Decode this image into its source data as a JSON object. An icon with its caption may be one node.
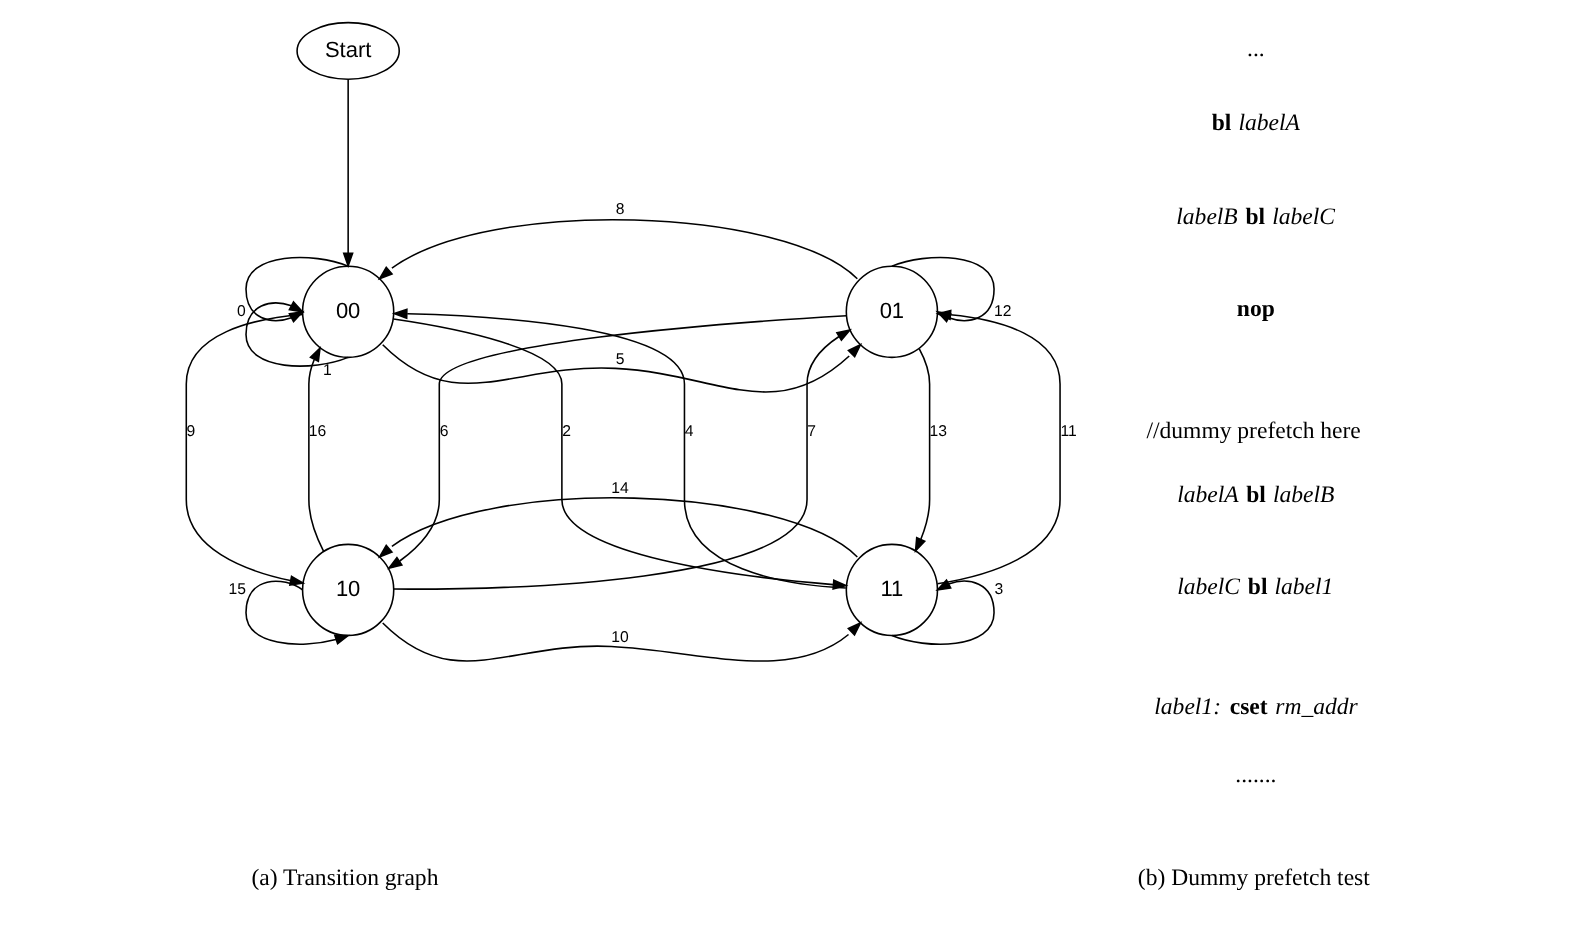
{
  "diagram": {
    "nodes": [
      {
        "text": [
          "Start"
        ]
      },
      {
        "text": [
          "00"
        ]
      },
      {
        "text": [
          "01"
        ]
      },
      {
        "text": [
          "10"
        ]
      },
      {
        "text": [
          "11"
        ]
      }
    ],
    "edges": [
      {
        "from": 0,
        "to": 1,
        "arrow": "to"
      },
      {
        "from": 1,
        "to": 1,
        "arrow": "to",
        "label": "0"
      },
      {
        "from": 1,
        "to": 1,
        "arrow": "to",
        "label": "1"
      },
      {
        "from": 2,
        "to": 1,
        "arrow": "to",
        "label": "8"
      },
      {
        "from": 1,
        "to": 2,
        "arrow": "to",
        "label": "5"
      },
      {
        "from": 2,
        "to": 2,
        "arrow": "to",
        "label": "12"
      },
      {
        "from": 1,
        "to": 4,
        "arrow": "to",
        "label": "2"
      },
      {
        "from": 3,
        "to": 2,
        "arrow": "to",
        "label": "7"
      },
      {
        "from": 4,
        "to": 1,
        "arrow": "to",
        "label": "4"
      },
      {
        "from": 2,
        "to": 3,
        "arrow": "to",
        "label": "6"
      },
      {
        "from": 1,
        "to": 3,
        "arrow": "to",
        "label": "9"
      },
      {
        "from": 3,
        "to": 1,
        "arrow": "to",
        "label": "16"
      },
      {
        "from": 2,
        "to": 4,
        "arrow": "to",
        "label": "13"
      },
      {
        "from": 4,
        "to": 2,
        "arrow": "to",
        "label": "11"
      },
      {
        "from": 4,
        "to": 3,
        "arrow": "to",
        "label": "14"
      },
      {
        "from": 3,
        "to": 4,
        "arrow": "to",
        "label": "10"
      },
      {
        "from": 3,
        "to": 3,
        "arrow": "to",
        "label": "15"
      },
      {
        "from": 4,
        "to": 4,
        "arrow": "to",
        "label": "3"
      }
    ],
    "labels": [
      "...",
      "**bl** *labelA*",
      "*labelB* **bl** *labelC*",
      "**nop**",
      "//dummy prefetch here",
      "*labelA* **bl** *labelB*",
      "*labelC* **bl** *label1*",
      "*label1:* **cset** *rm_addr*",
      ".......",
      "(a) Transition graph",
      "(b) Dummy prefetch test"
    ]
  }
}
